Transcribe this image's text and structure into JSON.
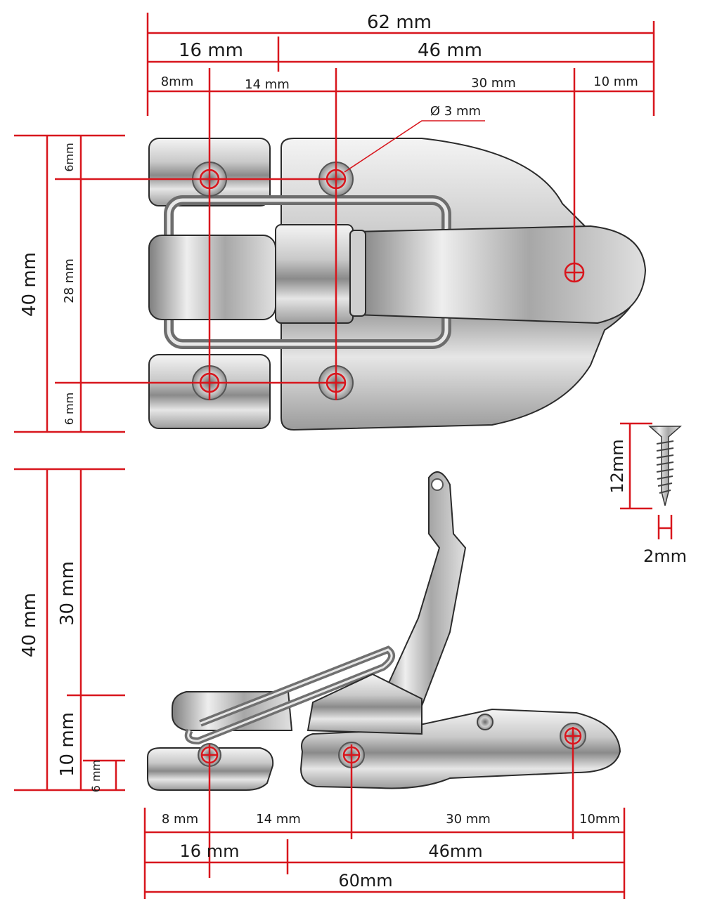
{
  "colors": {
    "dimension": "#d8161d",
    "metal_light": "#e9e9e9",
    "metal_mid": "#b9b9b9",
    "metal_dark": "#555555"
  },
  "top_view": {
    "overall_width": "62 mm",
    "group_left": "16 mm",
    "group_right": "46 mm",
    "seg_1": "8mm",
    "seg_2": "14 mm",
    "seg_3": "30 mm",
    "seg_4": "10 mm",
    "hole_diameter": "Ø 3 mm",
    "height_total": "40 mm",
    "height_top": "6mm",
    "height_middle": "28 mm",
    "height_bottom": "6 mm"
  },
  "screw": {
    "length": "12mm",
    "diameter": "2mm"
  },
  "side_view": {
    "height_total": "40 mm",
    "height_upper": "30 mm",
    "height_lower": "10 mm",
    "height_base": "6 mm",
    "seg_1": "8 mm",
    "seg_2": "14 mm",
    "seg_3": "30 mm",
    "seg_4": "10mm",
    "group_left": "16 mm",
    "group_right": "46mm",
    "overall_width": "60mm"
  }
}
